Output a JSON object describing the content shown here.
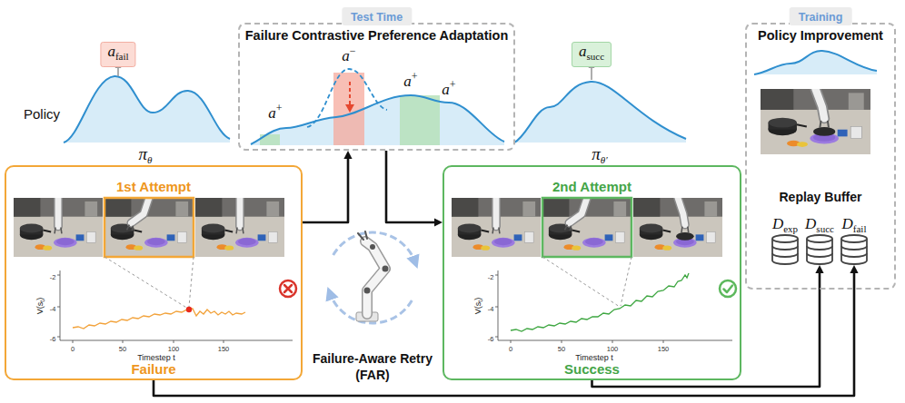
{
  "diagram": {
    "nodes": [
      {
        "text": [
          "a",
          "fail"
        ]
      },
      {
        "text": [
          "Failure Contrastive Preference Adaptation"
        ]
      },
      {
        "text": [
          "Test Time"
        ],
        "in": 1
      },
      {
        "text": [
          "a",
          "succ"
        ]
      },
      {
        "text": [
          "Policy Improvement",
          "Replay Buffer"
        ]
      },
      {
        "text": [
          "Training"
        ],
        "in": 4
      },
      {
        "text": [
          "1st Attempt",
          "Failure"
        ]
      },
      {
        "text": [
          "2nd Attempt",
          "Success"
        ]
      },
      {
        "text": [
          "D",
          "exp"
        ],
        "in": 4
      },
      {
        "text": [
          "D",
          "succ"
        ],
        "in": 4
      },
      {
        "text": [
          "D",
          "fail"
        ],
        "in": 4
      }
    ],
    "edges": [
      {
        "from": 6,
        "to": 1,
        "arrow": "to"
      },
      {
        "from": 1,
        "to": 7,
        "arrow": "to"
      },
      {
        "from": 6,
        "to": 10,
        "arrow": "to"
      },
      {
        "from": 7,
        "to": 9,
        "arrow": "to"
      }
    ],
    "labels": [
      "Policy",
      "π",
      "θ",
      "a",
      "+",
      "a",
      "−",
      "a",
      "+",
      "a",
      "+",
      "π",
      "θ′",
      "-2",
      "-4",
      "-6",
      "0",
      "50",
      "100",
      "150",
      "V(s",
      "t",
      ")",
      "Timestep t",
      "-2",
      "-4",
      "-6",
      "0",
      "50",
      "100",
      "150",
      "V(s",
      "t",
      ")",
      "Timestep t",
      "Failure-Aware Retry (FAR)"
    ]
  }
}
